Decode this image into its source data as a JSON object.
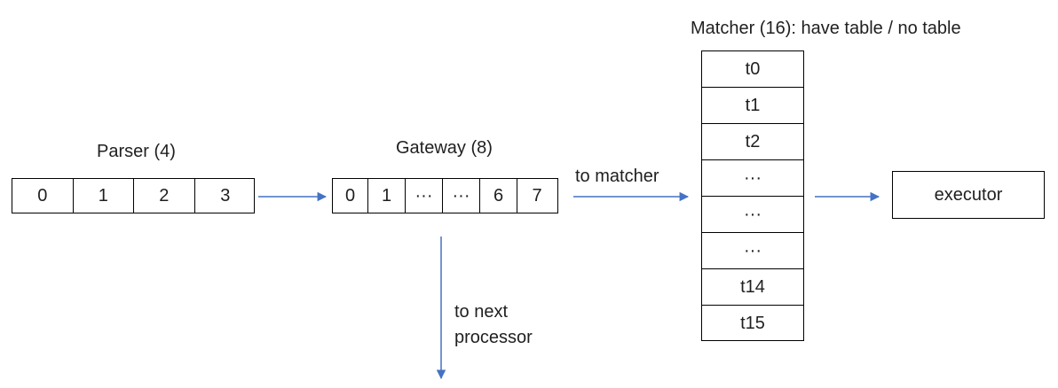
{
  "parser": {
    "title": "Parser (4)",
    "cells": [
      "0",
      "1",
      "2",
      "3"
    ]
  },
  "gateway": {
    "title": "Gateway (8)",
    "cells": [
      "0",
      "1",
      "···",
      "···",
      "6",
      "7"
    ]
  },
  "matcher": {
    "title": "Matcher (16): have table / no table",
    "cells": [
      "t0",
      "t1",
      "t2",
      "···",
      "···",
      "···",
      "t14",
      "t15"
    ]
  },
  "executor": {
    "label": "executor"
  },
  "edges": {
    "to_matcher": "to matcher",
    "to_next_processor_line1": "to next",
    "to_next_processor_line2": "processor"
  },
  "colors": {
    "arrow": "#4472c4",
    "border": "#000000",
    "text": "#1f1f1f"
  }
}
